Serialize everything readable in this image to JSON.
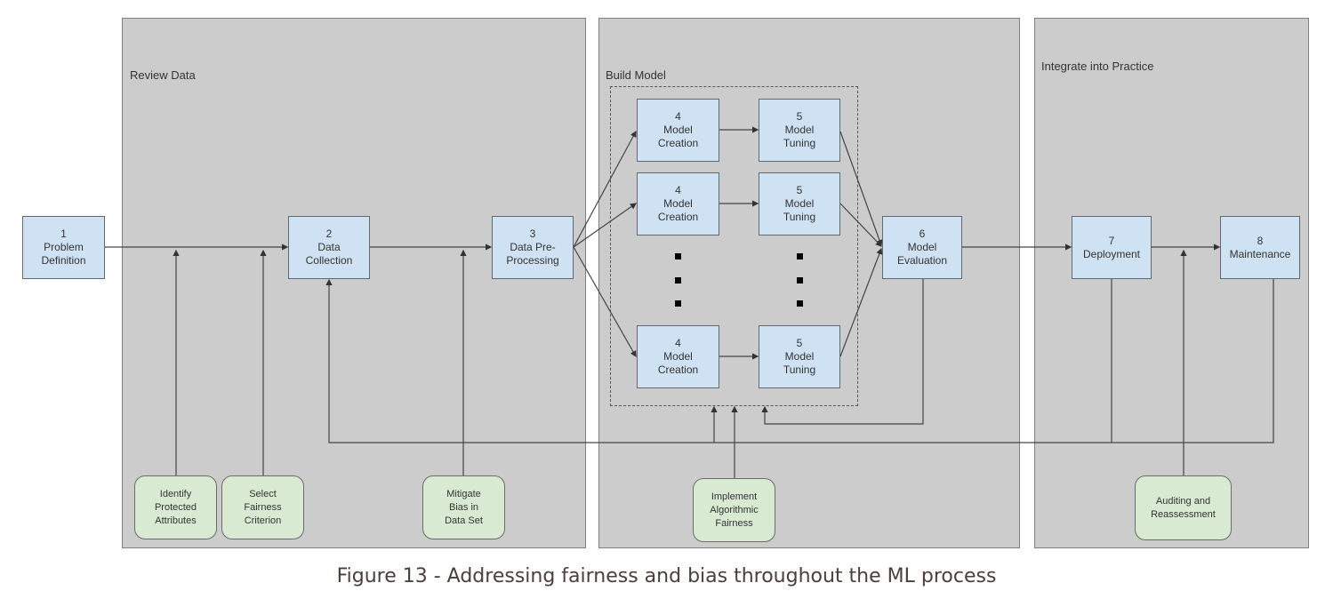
{
  "phases": [
    {
      "id": "review-data",
      "title": "Review Data"
    },
    {
      "id": "build-model",
      "title": "Build Model"
    },
    {
      "id": "integrate",
      "title": "Integrate into Practice"
    }
  ],
  "steps": {
    "s1": {
      "num": "1",
      "line1": "Problem",
      "line2": "Definition"
    },
    "s2": {
      "num": "2",
      "line1": "Data",
      "line2": "Collection"
    },
    "s3": {
      "num": "3",
      "line1": "Data Pre-",
      "line2": "Processing"
    },
    "s4": {
      "num": "4",
      "line1": "Model",
      "line2": "Creation"
    },
    "s5": {
      "num": "5",
      "line1": "Model",
      "line2": "Tuning"
    },
    "s6": {
      "num": "6",
      "line1": "Model",
      "line2": "Evaluation"
    },
    "s7": {
      "num": "7",
      "line1": "Deployment"
    },
    "s8": {
      "num": "8",
      "line1": "Maintenance"
    }
  },
  "interventions": {
    "g1": {
      "lines": [
        "Identify",
        "Protected",
        "Attributes"
      ]
    },
    "g2": {
      "lines": [
        "Select",
        "Fairness",
        "Criterion"
      ]
    },
    "g3": {
      "lines": [
        "Mitigate",
        "Bias in",
        "Data Set"
      ]
    },
    "g4": {
      "lines": [
        "Implement",
        "Algorithmic",
        "Fairness"
      ]
    },
    "g5": {
      "lines": [
        "Auditing and",
        "Reassessment"
      ]
    }
  },
  "colors": {
    "panel": "#cccccc",
    "step": "#cfe2f3",
    "intervention": "#d9ead3",
    "line": "#444444"
  },
  "caption": "Figure 13 - Addressing fairness and bias throughout the ML process"
}
